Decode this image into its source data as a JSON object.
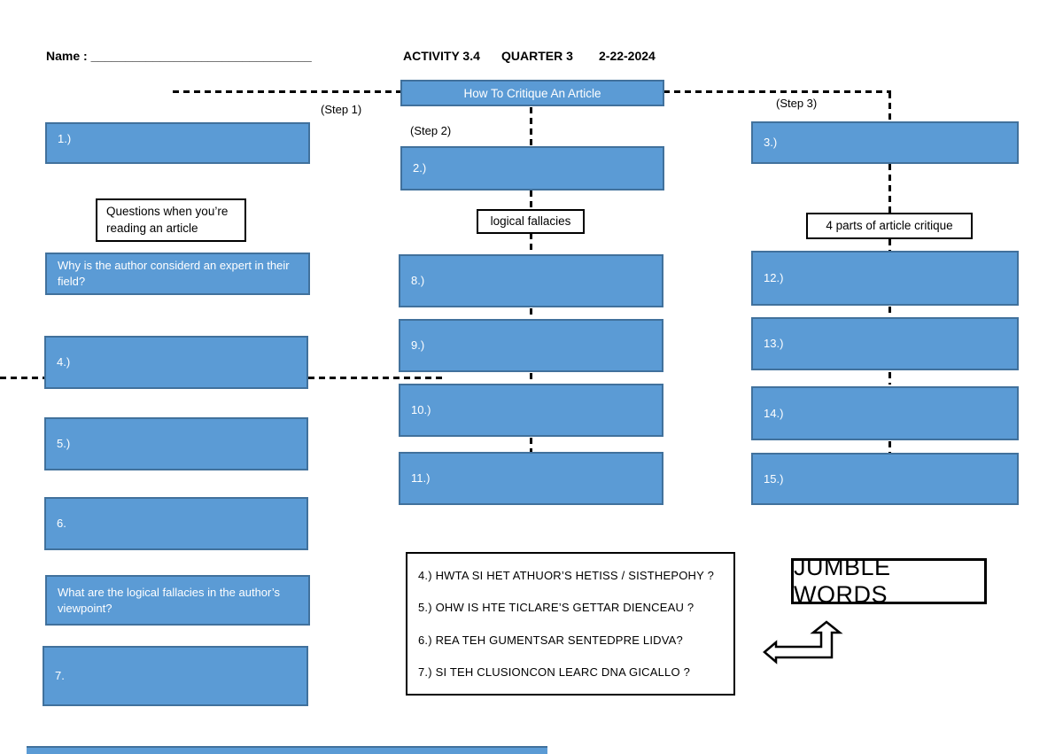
{
  "header": {
    "name_label": "Name : ________________________________",
    "activity": "ACTIVITY 3.4",
    "quarter": "QUARTER 3",
    "date": "2-22-2024"
  },
  "title_box": "How To Critique An Article",
  "steps": {
    "step1": "(Step 1)",
    "step2": "(Step 2)",
    "step3": "(Step 3)"
  },
  "side_labels": {
    "questions": "Questions when you’re reading an article",
    "logical": "logical fallacies",
    "four_parts": "4 parts of  article critique"
  },
  "boxes": {
    "b1": "1.)",
    "b2": "2.)",
    "b3": "3.)",
    "why_expert": "Why is the author considerd an expert in their field?",
    "b4": "4.)",
    "b5": "5.)",
    "b6": "6.",
    "what_fallacies": "What are the logical fallacies in the author’s viewpoint?",
    "b7": "7.",
    "b8": "8.)",
    "b9": "9.)",
    "b10": "10.)",
    "b11": "11.)",
    "b12": "12.)",
    "b13": "13.)",
    "b14": "14.)",
    "b15": "15.)"
  },
  "jumble": {
    "title": "JUMBLE WORDS",
    "items": [
      "4.) HWTA SI HET ATHUOR’S HETISS / SISTHEPOHY ?",
      "5.) OHW IS HTE TICLARE’S GETTAR DIENCEAU ?",
      "6.) REA TEH GUMENTSAR SENTEDPRE LIDVA?",
      "7.) SI TEH CLUSIONCON LEARC DNA GICALLO ?"
    ]
  },
  "colors": {
    "box_fill": "#5b9bd5",
    "box_border": "#41719c",
    "line": "#000000"
  }
}
